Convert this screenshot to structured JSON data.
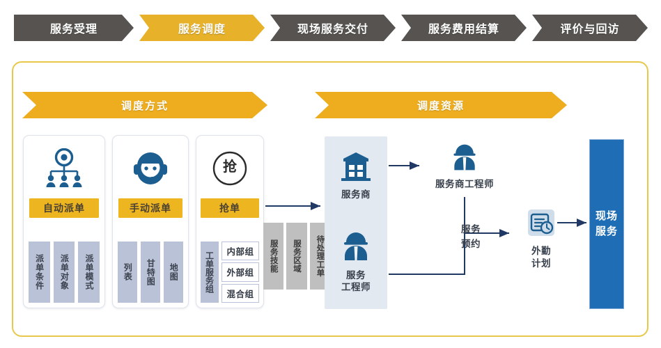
{
  "nav": {
    "tabs": [
      {
        "label": "服务受理",
        "active": false
      },
      {
        "label": "服务调度",
        "active": true
      },
      {
        "label": "现场服务交付",
        "active": false
      },
      {
        "label": "服务费用结算",
        "active": false
      },
      {
        "label": "评价与回访",
        "active": false
      }
    ]
  },
  "banners": {
    "method": "调度方式",
    "resource": "调度资源"
  },
  "cards": [
    {
      "id": "auto",
      "icon": "network-people-icon",
      "button": "自动派单",
      "chips": [
        "派单条件",
        "派单对象",
        "派单模式"
      ]
    },
    {
      "id": "manual",
      "icon": "headset-operator-icon",
      "button": "手动派单",
      "chips": [
        "列表",
        "甘特图",
        "地图"
      ]
    },
    {
      "id": "grab",
      "icon": "grab-circle-icon",
      "icon_glyph": "抢",
      "button": "抢单",
      "group_label": "工单服务组",
      "groups": [
        "内部组",
        "外部组",
        "混合组"
      ]
    }
  ],
  "gray_chips": [
    "服务技能",
    "服务区域",
    "待处理工单"
  ],
  "resource_panel": {
    "provider": {
      "label": "服务商",
      "icon": "building-icon"
    },
    "engineer": {
      "label": "服务\n工程师",
      "line1": "服务",
      "line2": "工程师",
      "icon": "worker-icon"
    }
  },
  "nodes": {
    "provider_engineer": {
      "label": "服务商工程师",
      "icon": "worker-icon"
    },
    "field_plan": {
      "line1": "外勤",
      "line2": "计划",
      "icon": "document-clock-icon"
    }
  },
  "flow_label": {
    "line1": "服务",
    "line2": "预约"
  },
  "final": {
    "line1": "现场",
    "line2": "服务"
  },
  "colors": {
    "nav_inactive": "#565350",
    "nav_active": "#e7b229",
    "banner": "#edad1e",
    "frame_border": "#e8c84a",
    "card_button": "#edb51f",
    "chip_blue_gray": "#b9c2d6",
    "chip_gray": "#bfbfbf",
    "panel_bg": "#e3e9f1",
    "icon_navy": "#1b5e8f",
    "final_block": "#1f6eb5",
    "line": "#1f3864"
  }
}
